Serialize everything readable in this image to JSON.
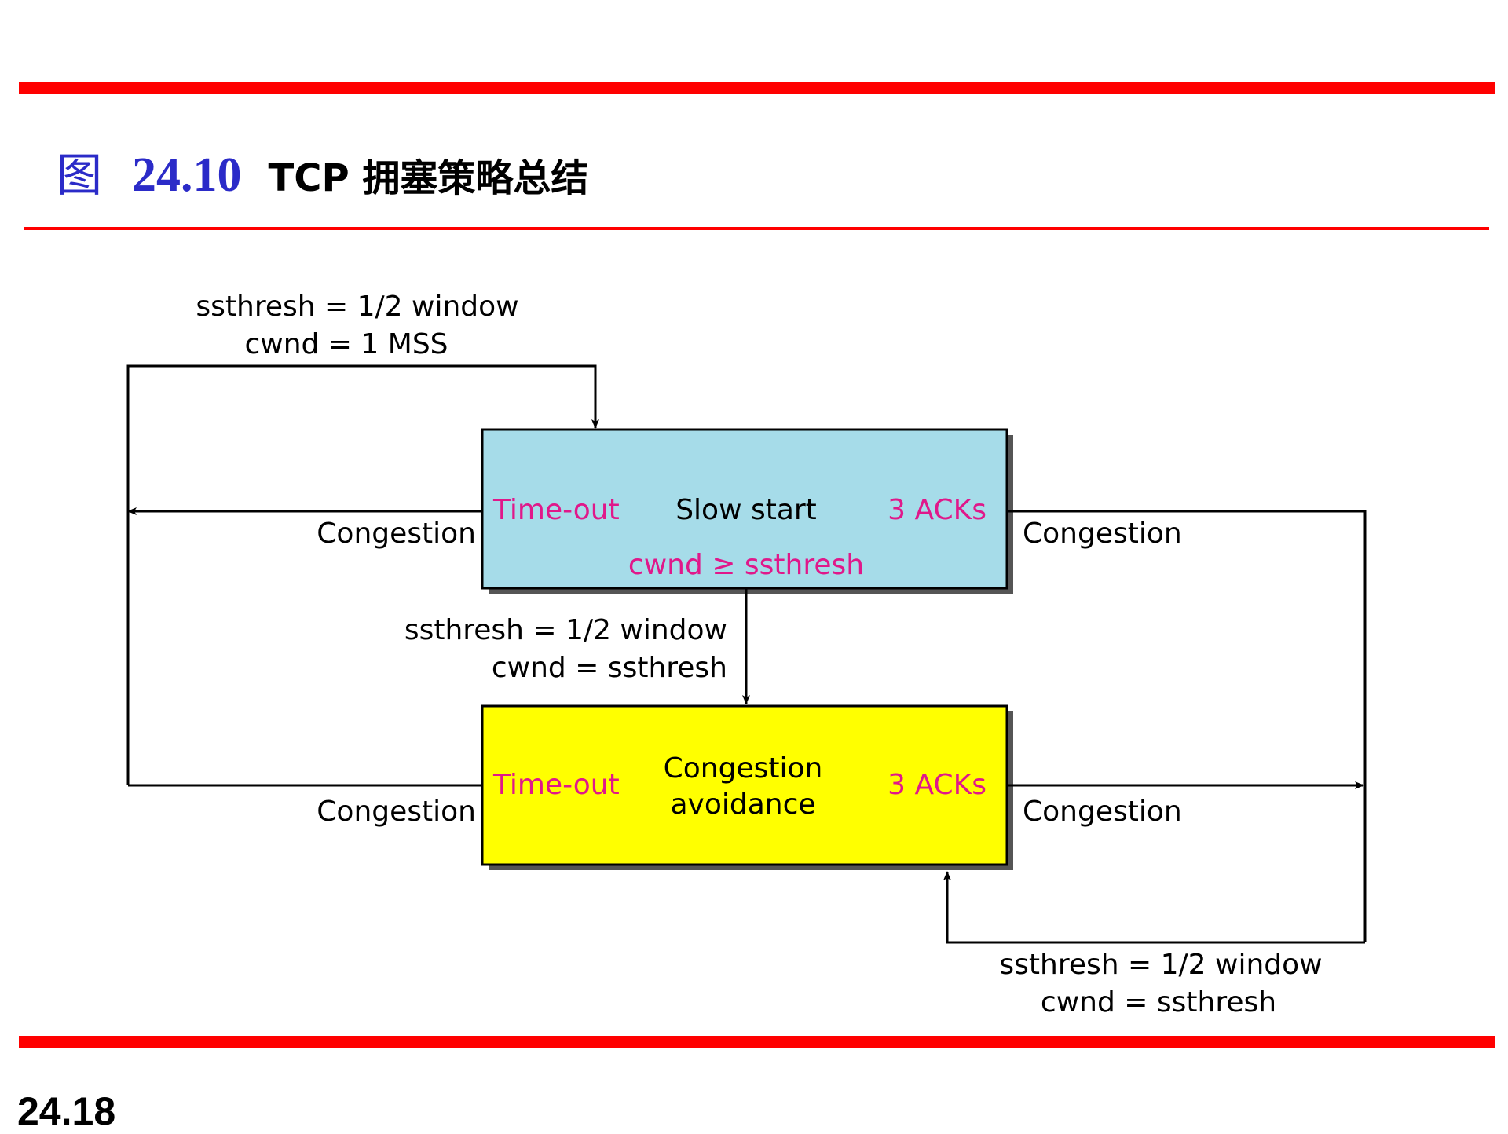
{
  "header": {
    "figure_label": "图",
    "figure_number": "24.10",
    "title": "TCP 拥塞策略总结"
  },
  "diagram": {
    "states": {
      "slow_start": {
        "name": "Slow start",
        "left_event": "Time-out",
        "right_event": "3 ACKs",
        "threshold": "cwnd ≥ ssthresh",
        "color": "#a6dce9"
      },
      "congestion_avoidance": {
        "name_line1": "Congestion",
        "name_line2": "avoidance",
        "left_event": "Time-out",
        "right_event": "3 ACKs",
        "color": "#ffff00"
      }
    },
    "edge_labels": {
      "timeout_reset_line1": "ssthresh = 1/2 window",
      "timeout_reset_line2": "cwnd = 1 MSS",
      "threshold_line1": "ssthresh = 1/2 window",
      "threshold_line2": "cwnd = ssthresh",
      "three_acks_line1": "ssthresh = 1/2 window",
      "three_acks_line2": "cwnd = ssthresh",
      "congestion": "Congestion"
    },
    "accent_color": "#e0188a"
  },
  "footer": {
    "page_number": "24.18"
  }
}
